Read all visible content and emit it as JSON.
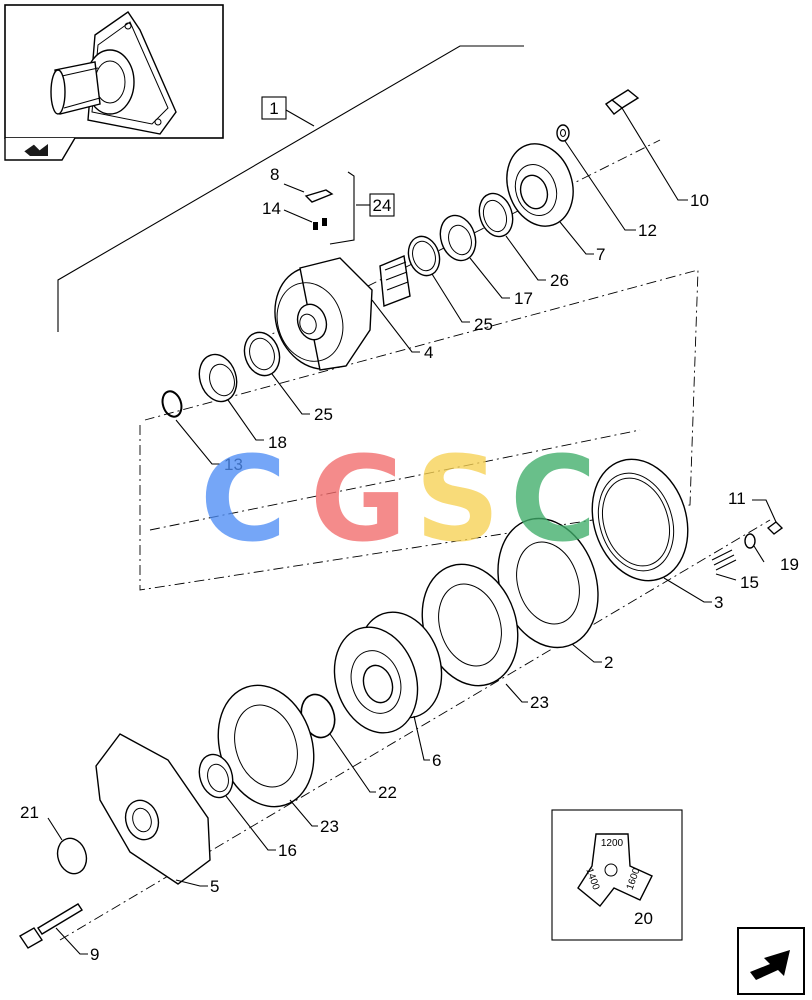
{
  "callouts": {
    "c1": "1",
    "c2": "2",
    "c3": "3",
    "c4": "4",
    "c5": "5",
    "c6": "6",
    "c7": "7",
    "c8": "8",
    "c9": "9",
    "c10": "10",
    "c11": "11",
    "c12": "12",
    "c13": "13",
    "c14": "14",
    "c15": "15",
    "c16": "16",
    "c17": "17",
    "c18": "18",
    "c19": "19",
    "c20": "20",
    "c21": "21",
    "c22": "22",
    "c23a": "23",
    "c23b": "23",
    "c24": "24",
    "c25a": "25",
    "c25b": "25",
    "c26": "26"
  },
  "indicator": {
    "v1": "1200",
    "v2": "1400",
    "v3": "1600"
  },
  "watermark": {
    "letters": [
      "C",
      "G",
      "S",
      "C"
    ],
    "colors": [
      "#4f8ef5",
      "#f26b6b",
      "#f7d154",
      "#3fae6a"
    ]
  }
}
